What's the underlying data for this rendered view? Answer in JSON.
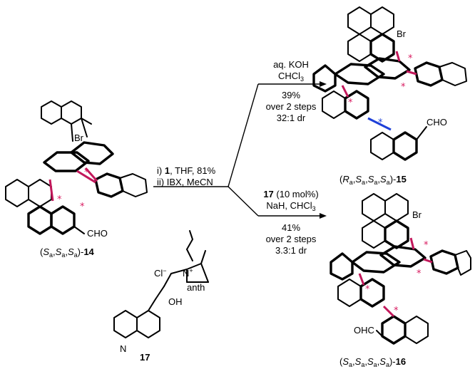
{
  "compound_14": {
    "br": "Br",
    "cho": "CHO",
    "label_prefix": "(",
    "s1": "S",
    "a1": "a",
    "comma1": ",",
    "s2": "S",
    "a2": "a",
    "comma2": ",",
    "s3": "S",
    "a3": "a",
    "label_suffix": ")-",
    "number": "14"
  },
  "step1": {
    "line1_prefix": "i) ",
    "line1_bold": "1",
    "line1_rest": ", THF, 81%",
    "line2": "ii) IBX, MeCN"
  },
  "top_branch": {
    "reagent1": "aq. KOH",
    "reagent2_main": "CHCl",
    "reagent2_sub": "3",
    "yield": "39%",
    "steps": "over 2 steps",
    "dr": "32:1 dr"
  },
  "compound_15": {
    "br": "Br",
    "cho": "CHO",
    "label_prefix": "(",
    "r1": "R",
    "a1": "a",
    "comma1": ",",
    "s2": "S",
    "a2": "a",
    "comma2": ",",
    "s3": "S",
    "a3": "a",
    "comma3": ",",
    "s4": "S",
    "a4": "a",
    "label_suffix": ")-",
    "number": "15"
  },
  "bottom_branch": {
    "reagent1_bold": "17",
    "reagent1_rest": " (10 mol%)",
    "reagent2": "NaH, CHCl",
    "reagent2_sub": "3",
    "yield": "41%",
    "steps": "over 2 steps",
    "dr": "3.3:1 dr"
  },
  "compound_16": {
    "br": "Br",
    "ohc": "OHC",
    "label_prefix": "(",
    "s1": "S",
    "a1": "a",
    "comma1": ",",
    "s2": "S",
    "a2": "a",
    "comma2": ",",
    "s3": "S",
    "a3": "a",
    "comma3": ",",
    "s4": "S",
    "a4": "a",
    "label_suffix": ")-",
    "number": "16"
  },
  "catalyst_17": {
    "cl": "Cl",
    "cl_charge": "−",
    "n_plus": "N",
    "plus": "+",
    "anth": "anth",
    "oh": "OH",
    "n_ring": "N",
    "number": "17"
  },
  "stereo_mark": "*",
  "colors": {
    "stereo_bond": "#c2185b",
    "new_bond": "#1e40d8",
    "ink": "#000000"
  }
}
